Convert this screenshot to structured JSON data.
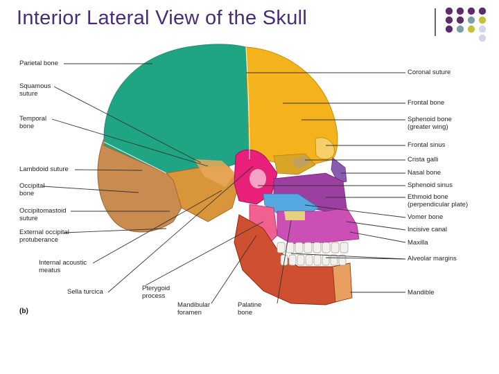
{
  "title": "Interior Lateral View of the Skull",
  "panel_tag": "(b)",
  "decor_colors": [
    "#5c2d6e",
    "#7d9fa3",
    "#c4c23a",
    "#d4d6e8"
  ],
  "palette": {
    "parietal": "#1fa584",
    "frontal": "#f4b21d",
    "occipital": "#c98b4f",
    "temporal": "#d9953a",
    "sphenoid": "#e8207a",
    "ethmoid": "#9b3fa0",
    "vomer": "#56a8e0",
    "maxilla": "#cc4fb6",
    "mandible": "#cf5030",
    "nasal": "#8a5bb0",
    "teeth": "#f3f1ea",
    "leader": "#333333"
  },
  "labels_left": [
    {
      "id": "parietal-bone",
      "lines": [
        "Parietal bone"
      ]
    },
    {
      "id": "squamous-suture",
      "lines": [
        "Squamous",
        "suture"
      ]
    },
    {
      "id": "temporal-bone",
      "lines": [
        "Temporal",
        "bone"
      ]
    },
    {
      "id": "lambdoid-suture",
      "lines": [
        "Lambdoid suture"
      ]
    },
    {
      "id": "occipital-bone",
      "lines": [
        "Occipital",
        "bone"
      ]
    },
    {
      "id": "occipitomastoid-suture",
      "lines": [
        "Occipitomastoid",
        "suture"
      ]
    },
    {
      "id": "external-occipital-protuberance",
      "lines": [
        "External occipital",
        "protuberance"
      ]
    },
    {
      "id": "internal-acoustic-meatus",
      "lines": [
        "Internal acoustic",
        "meatus"
      ]
    },
    {
      "id": "sella-turcica",
      "lines": [
        "Sella turcica"
      ]
    }
  ],
  "labels_bottom": [
    {
      "id": "pterygoid-process",
      "lines": [
        "Pterygoid",
        "process"
      ]
    },
    {
      "id": "mandibular-foramen",
      "lines": [
        "Mandibular",
        "foramen"
      ]
    },
    {
      "id": "palatine-bone",
      "lines": [
        "Palatine",
        "bone"
      ]
    }
  ],
  "labels_right": [
    {
      "id": "coronal-suture",
      "lines": [
        "Coronal suture"
      ]
    },
    {
      "id": "frontal-bone",
      "lines": [
        "Frontal bone"
      ]
    },
    {
      "id": "sphenoid-bone-greater-wing",
      "lines": [
        "Sphenoid bone",
        "(greater wing)"
      ]
    },
    {
      "id": "frontal-sinus",
      "lines": [
        "Frontal sinus"
      ]
    },
    {
      "id": "crista-galli",
      "lines": [
        "Crista galli"
      ]
    },
    {
      "id": "nasal-bone",
      "lines": [
        "Nasal bone"
      ]
    },
    {
      "id": "sphenoid-sinus",
      "lines": [
        "Sphenoid sinus"
      ]
    },
    {
      "id": "ethmoid-bone",
      "lines": [
        "Ethmoid bone",
        "(perpendicular plate)"
      ]
    },
    {
      "id": "vomer-bone",
      "lines": [
        "Vomer bone"
      ]
    },
    {
      "id": "incisive-canal",
      "lines": [
        "Incisive canal"
      ]
    },
    {
      "id": "maxilla",
      "lines": [
        "Maxilla"
      ]
    },
    {
      "id": "alveolar-margins",
      "lines": [
        "Alveolar margins"
      ]
    },
    {
      "id": "mandible",
      "lines": [
        "Mandible"
      ]
    }
  ]
}
